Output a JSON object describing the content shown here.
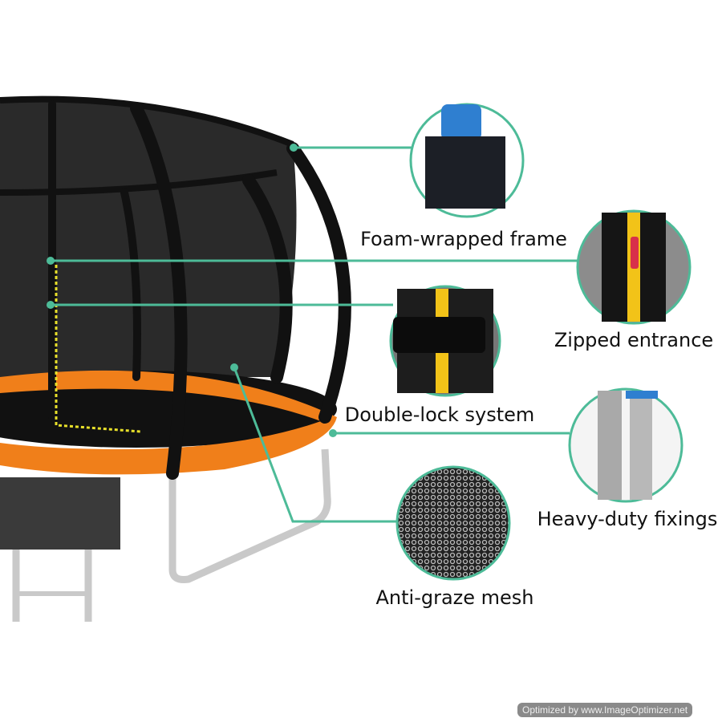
{
  "features": [
    {
      "label": "Foam-wrapped frame"
    },
    {
      "label": "Zipped entrance"
    },
    {
      "label": "Double-lock system"
    },
    {
      "label": "Heavy-duty fixings"
    },
    {
      "label": "Anti-graze mesh"
    }
  ],
  "watermark": "Optimized by www.ImageOptimizer.net",
  "colors": {
    "accent": "#4dbb98",
    "pad": "#f07f1a",
    "net": "#1a1a1a"
  }
}
